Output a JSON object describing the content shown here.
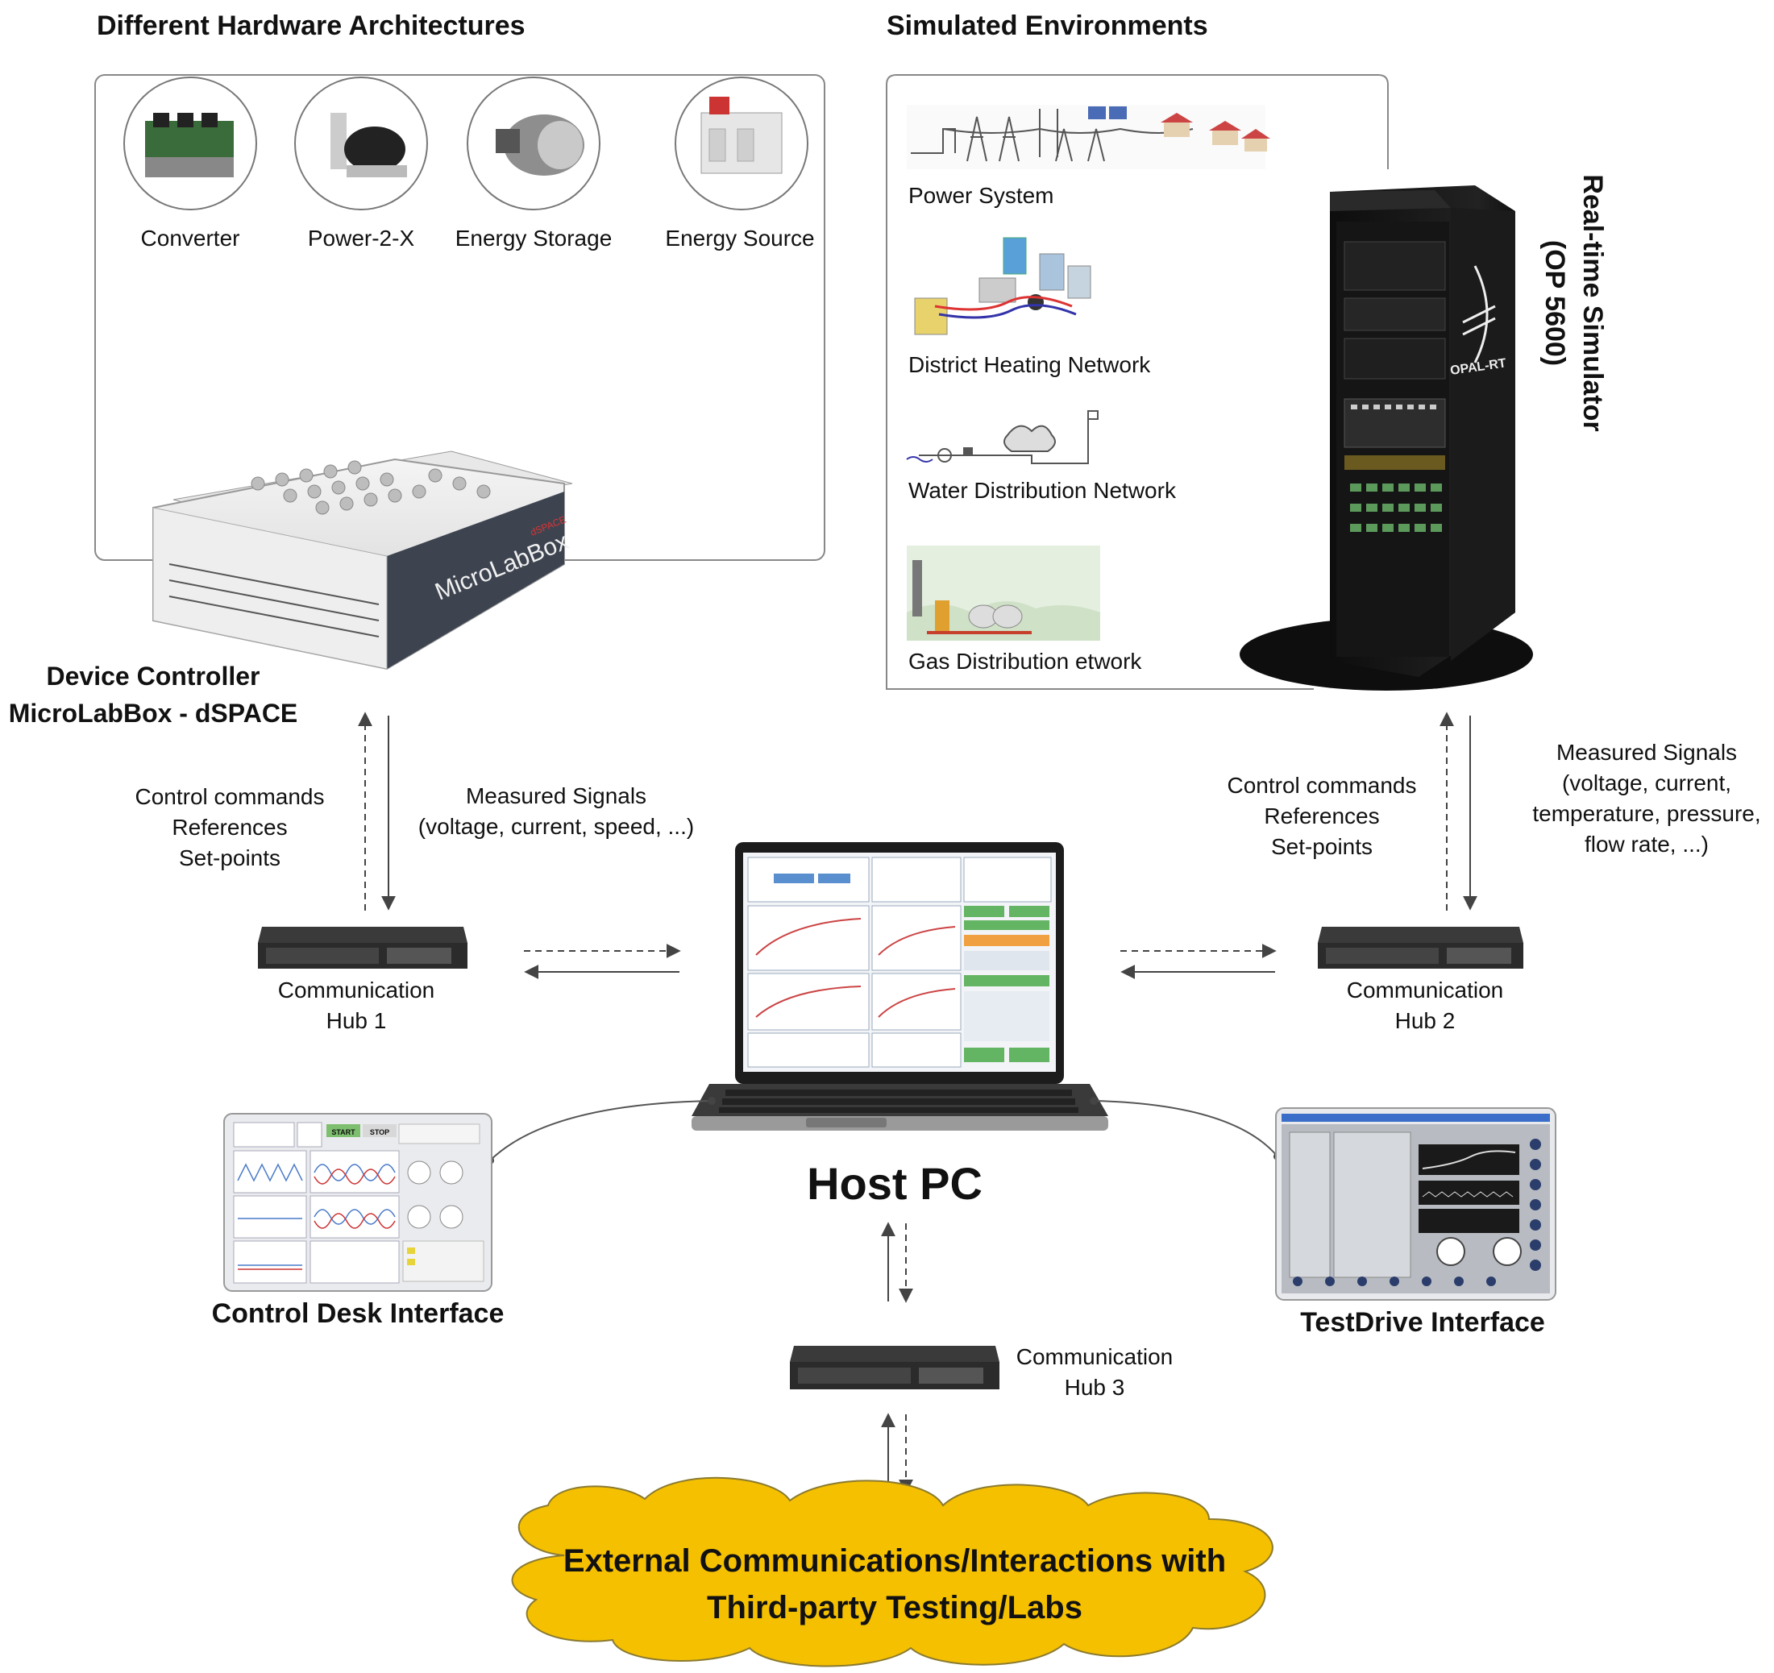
{
  "sections": {
    "hardware_title": "Different Hardware Architectures",
    "environments_title": "Simulated Environments"
  },
  "hardware_items": [
    "Converter",
    "Power-2-X",
    "Energy Storage",
    "Energy Source"
  ],
  "environments": [
    "Power System",
    "District Heating Network",
    "Water Distribution Network",
    "Gas Distribution etwork"
  ],
  "device_controller": {
    "line1": "Device Controller",
    "line2": "MicroLabBox - dSPACE",
    "box_logo": "MicroLabBox",
    "brand": "dSPACE"
  },
  "simulator": {
    "line1": "Real-time Simulator",
    "line2": "(OP 5600)",
    "brand": "OPAL-RT"
  },
  "left_commands": [
    "Control commands",
    "References",
    "Set-points"
  ],
  "left_measured": [
    "Measured Signals",
    "(voltage, current, speed, ...)"
  ],
  "right_commands": [
    "Control commands",
    "References",
    "Set-points"
  ],
  "right_measured": [
    "Measured Signals",
    "(voltage, current,",
    "temperature,  pressure,",
    "flow rate, ...)"
  ],
  "hub1": [
    "Communication",
    "Hub 1"
  ],
  "hub2": [
    "Communication",
    "Hub 2"
  ],
  "hub3": [
    "Communication",
    "Hub 3"
  ],
  "host_pc": "Host PC",
  "control_desk": "Control Desk Interface",
  "testdrive": "TestDrive Interface",
  "control_desk_buttons": [
    "START",
    "STOP"
  ],
  "external": [
    "External Communications/Interactions with",
    "Third-party Testing/Labs"
  ],
  "colors": {
    "cloud": "#f5c000",
    "cloud_stroke": "#8a7a30",
    "rack": "#1a1a1a",
    "hub": "#2b2b2b"
  }
}
